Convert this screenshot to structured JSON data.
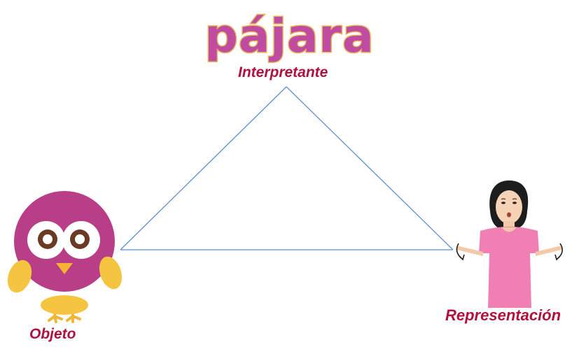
{
  "diagram": {
    "title": "pájara",
    "vertices": {
      "top": "Interpretante",
      "left": "Objeto",
      "right": "Representación"
    },
    "icons": {
      "object": "bird-icon",
      "representation": "sign-language-person-icon"
    },
    "colors": {
      "title": "#c04ca2",
      "title_outline": "#e8b65a",
      "labels": "#b0113e",
      "triangle": "#5b8fd0",
      "bird_body": "#b83f87",
      "bird_wing": "#f5c542",
      "shirt": "#f07fb4"
    }
  }
}
